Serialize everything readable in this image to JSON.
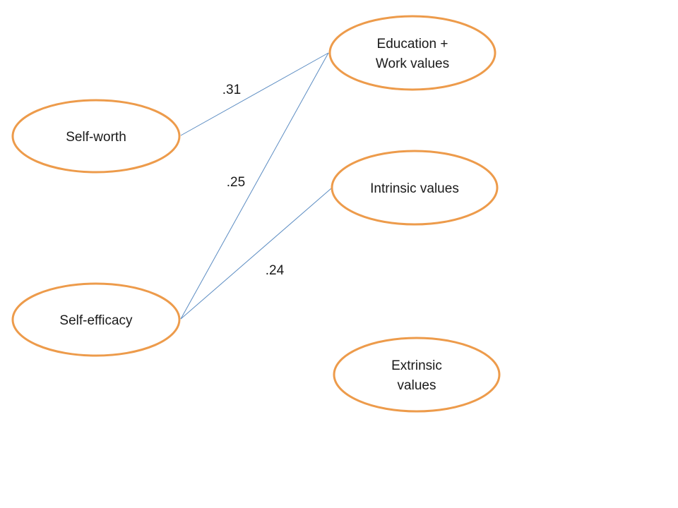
{
  "colors": {
    "node_border": "#ED9B4B",
    "edge": "#5B8CC2",
    "text": "#1a1a1a"
  },
  "nodes": {
    "self_worth": {
      "label": "Self-worth"
    },
    "self_efficacy": {
      "label": "Self-efficacy"
    },
    "education_work": {
      "line1": "Education +",
      "line2": "Work values"
    },
    "intrinsic": {
      "label": "Intrinsic values"
    },
    "extrinsic": {
      "line1": "Extrinsic",
      "line2": "values"
    }
  },
  "edges": {
    "self_worth_to_education": {
      "from": "Self-worth",
      "to": "Education + Work values",
      "coefficient": ".31"
    },
    "self_efficacy_to_education": {
      "from": "Self-efficacy",
      "to": "Education + Work values",
      "coefficient": ".25"
    },
    "self_efficacy_to_intrinsic": {
      "from": "Self-efficacy",
      "to": "Intrinsic values",
      "coefficient": ".24"
    }
  }
}
